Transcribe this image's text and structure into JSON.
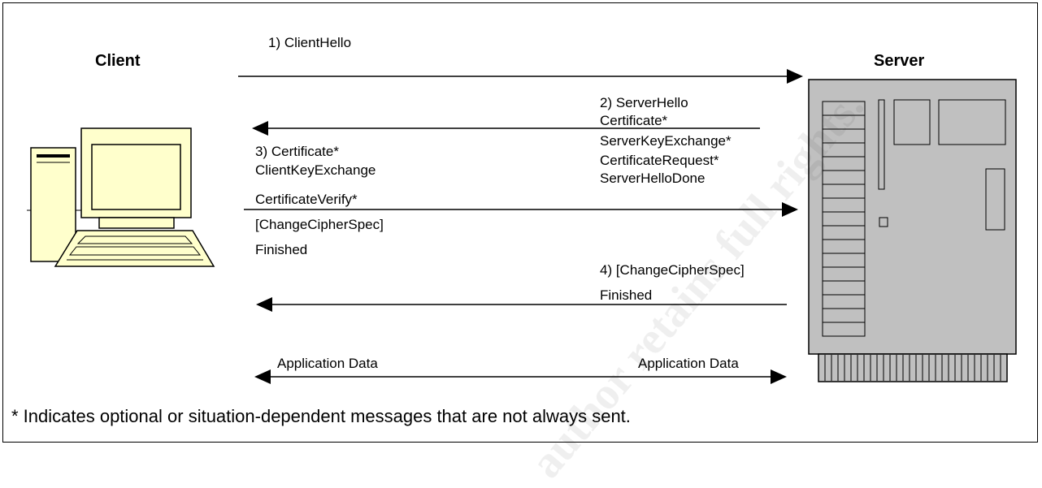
{
  "nodes": {
    "client_label": "Client",
    "server_label": "Server"
  },
  "messages": {
    "m1": "1) ClientHello",
    "m2": [
      "2) ServerHello",
      "Certificate*",
      "ServerKeyExchange*",
      "CertificateRequest*",
      "ServerHelloDone"
    ],
    "m3": [
      "3) Certificate*",
      "ClientKeyExchange",
      "CertificateVerify*",
      "[ChangeCipherSpec]",
      "Finished"
    ],
    "m4": [
      "4) [ChangeCipherSpec]",
      "Finished"
    ],
    "app_data_left": "Application Data",
    "app_data_right": "Application Data"
  },
  "footnote": "* Indicates optional or situation-dependent messages that are not always sent.",
  "watermark": "author retains full rights.",
  "colors": {
    "client_fill": "#FFFFCC",
    "server_fill": "#C0C0C0"
  }
}
